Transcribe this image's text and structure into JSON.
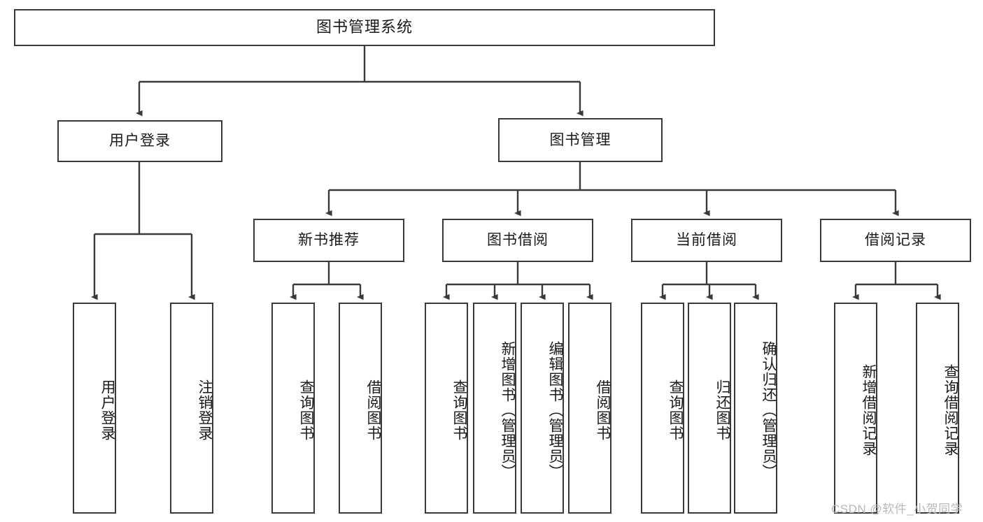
{
  "diagram": {
    "type": "tree-hierarchy",
    "title": "图书管理系统",
    "root": {
      "label": "图书管理系统",
      "id": "root-book-management-system"
    },
    "level2": [
      {
        "id": "user-login",
        "label": "用户登录"
      },
      {
        "id": "book-management",
        "label": "图书管理"
      }
    ],
    "level3": [
      {
        "id": "new-book-recommend",
        "label": "新书推荐",
        "parent": "book-management"
      },
      {
        "id": "book-borrow",
        "label": "图书借阅",
        "parent": "book-management"
      },
      {
        "id": "current-borrow",
        "label": "当前借阅",
        "parent": "book-management"
      },
      {
        "id": "borrow-record",
        "label": "借阅记录",
        "parent": "book-management"
      }
    ],
    "leaves": {
      "user-login": [
        {
          "id": "leaf-user-login",
          "label": "用户登录"
        },
        {
          "id": "leaf-logout-login",
          "label": "注销登录"
        }
      ],
      "new-book-recommend": [
        {
          "id": "leaf-query-book-1",
          "label": "查询图书"
        },
        {
          "id": "leaf-borrow-book-1",
          "label": "借阅图书"
        }
      ],
      "book-borrow": [
        {
          "id": "leaf-query-book-2",
          "label": "查询图书"
        },
        {
          "id": "leaf-add-book-admin",
          "label": "新增图书（管理员）"
        },
        {
          "id": "leaf-edit-book-admin",
          "label": "编辑图书（管理员）"
        },
        {
          "id": "leaf-borrow-book-2",
          "label": "借阅图书"
        }
      ],
      "current-borrow": [
        {
          "id": "leaf-query-book-3",
          "label": "查询图书"
        },
        {
          "id": "leaf-return-book",
          "label": "归还图书"
        },
        {
          "id": "leaf-confirm-return-admin",
          "label": "确认归还（管理员）"
        }
      ],
      "borrow-record": [
        {
          "id": "leaf-add-borrow-record",
          "label": "新增借阅记录"
        },
        {
          "id": "leaf-query-borrow-record",
          "label": "查询借阅记录"
        }
      ]
    }
  },
  "watermark": {
    "text": "CSDN @软件_小贺同学"
  },
  "colors": {
    "stroke": "#3a3a3a",
    "background": "#ffffff",
    "text": "#1a1a1a",
    "watermark": "#b9b9b9"
  }
}
